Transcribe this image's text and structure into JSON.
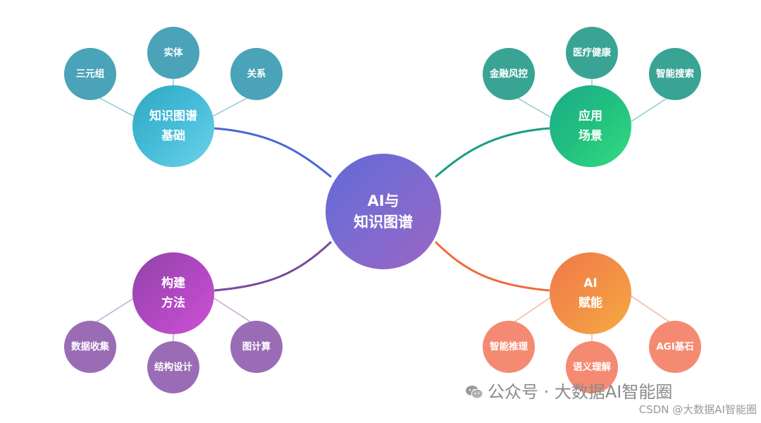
{
  "center": {
    "label": "AI与\n知识图谱"
  },
  "hubs": {
    "kg": {
      "label": "知识图谱\n基础",
      "color": "#45bcd8"
    },
    "app": {
      "label": "应用\n场景",
      "color": "#22c07f"
    },
    "bld": {
      "label": "构建\n方法",
      "color": "#b047c0"
    },
    "ai": {
      "label": "AI\n赋能",
      "color": "#f28f45"
    }
  },
  "leaves": {
    "kg": [
      "三元组",
      "实体",
      "关系"
    ],
    "app": [
      "金融风控",
      "医疗健康",
      "智能搜索"
    ],
    "bld": [
      "数据收集",
      "结构设计",
      "图计算"
    ],
    "ai": [
      "智能推理",
      "语义理解",
      "AGI基石"
    ]
  },
  "link_colors": {
    "kg": "#4a66d6",
    "app": "#1a9e84",
    "bld": "#7a4a9e",
    "ai": "#f06a3c",
    "kg_leaf": "#8cc8d6",
    "app_leaf": "#8ccfc4",
    "bld_leaf": "#c4a6d6",
    "ai_leaf": "#f7b3a0"
  },
  "watermark": {
    "icon": "wechat-icon",
    "text": "公众号 · 大数据AI智能圈"
  },
  "credit": "CSDN @大数据AI智能圈"
}
